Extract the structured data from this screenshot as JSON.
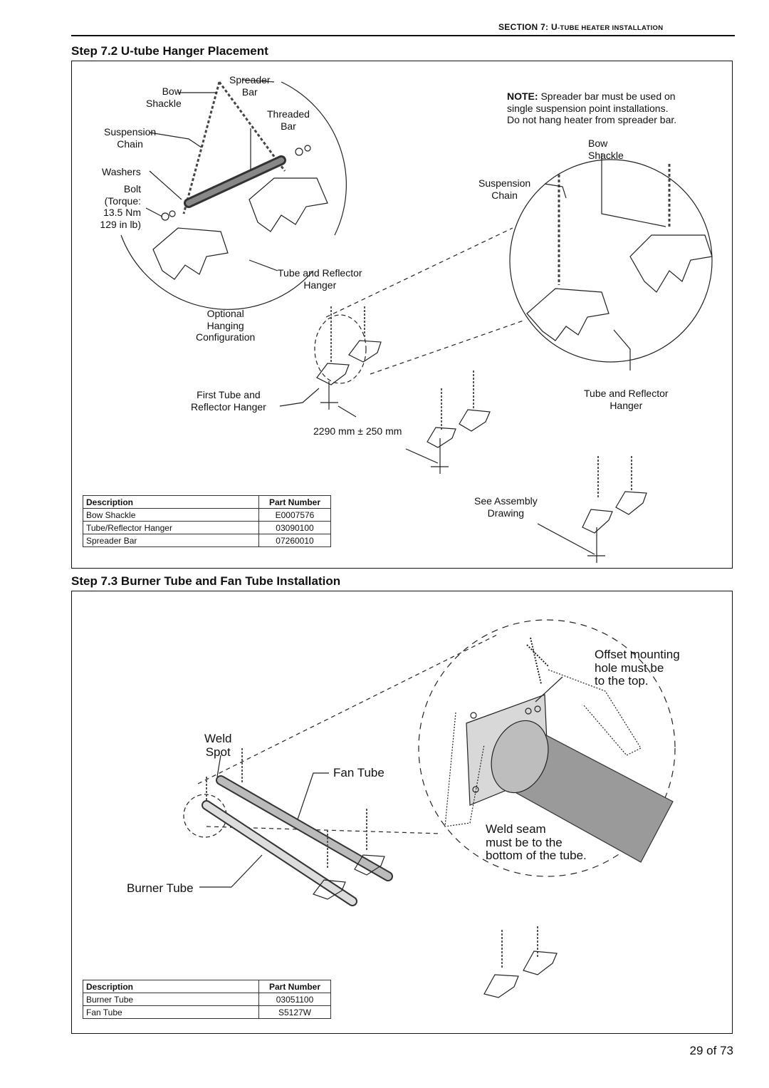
{
  "header": {
    "section_prefix": "SECTION 7: U",
    "section_rest": "-TUBE HEATER INSTALLATION"
  },
  "step72": {
    "title": "Step 7.2 U-tube Hanger Placement",
    "labels": {
      "bow_shackle_left": "Bow\nShackle",
      "spreader_bar": "Spreader\nBar",
      "threaded_bar": "Threaded\nBar",
      "suspension_chain_left": "Suspension\nChain",
      "washers": "Washers",
      "bolt": "Bolt\n(Torque:\n13.5 Nm\n129 in lb)",
      "tube_reflector_left": "Tube and Reflector\nHanger",
      "optional": "Optional\nHanging\nConfiguration",
      "first_tube": "First Tube and\nReflector Hanger",
      "dimension": "2290 mm ± 250 mm",
      "see_assembly": "See Assembly\nDrawing",
      "bow_shackle_right": "Bow\nShackle",
      "suspension_chain_right": "Suspension\nChain",
      "tube_reflector_right": "Tube and Reflector\nHanger"
    },
    "note": {
      "bold": "NOTE:",
      "line1": " Spreader bar must be used on",
      "line2": "single suspension point installations.",
      "line3": "Do not hang heater from spreader bar."
    },
    "table": {
      "headers": [
        "Description",
        "Part Number"
      ],
      "rows": [
        [
          "Bow Shackle",
          "E0007576"
        ],
        [
          "Tube/Reflector Hanger",
          "03090100"
        ],
        [
          "Spreader Bar",
          "07260010"
        ]
      ]
    }
  },
  "step73": {
    "title": "Step 7.3 Burner Tube and Fan Tube Installation",
    "labels": {
      "offset": "Offset mounting\nhole must be\nto the top.",
      "weld_spot": "Weld\nSpot",
      "fan_tube": "Fan Tube",
      "weld_seam": "Weld seam\nmust be to the\nbottom of the tube.",
      "burner_tube": "Burner Tube"
    },
    "table": {
      "headers": [
        "Description",
        "Part Number"
      ],
      "rows": [
        [
          "Burner Tube",
          "03051100"
        ],
        [
          "Fan Tube",
          "S5127W"
        ]
      ]
    }
  },
  "footer": {
    "page": "29 of 73"
  }
}
